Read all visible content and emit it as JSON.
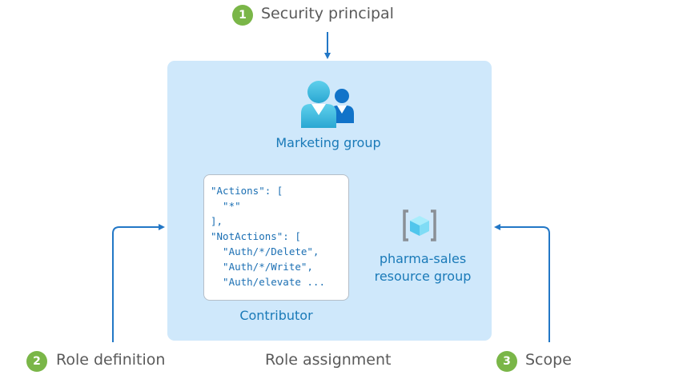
{
  "diagram": {
    "title": "Role assignment",
    "security_principal": {
      "step": "1",
      "label": "Security principal",
      "name": "Marketing group",
      "icon": "user-group-icon"
    },
    "role_definition": {
      "step": "2",
      "label": "Role definition",
      "name": "Contributor",
      "code_lines": [
        "\"Actions\": [",
        "  \"*\"",
        "],",
        "\"NotActions\": [",
        "  \"Auth/*/Delete\",",
        "  \"Auth/*/Write\",",
        "  \"Auth/elevate ..."
      ]
    },
    "scope": {
      "step": "3",
      "label": "Scope",
      "name_line1": "pharma-sales",
      "name_line2": "resource group",
      "icon": "resource-group-icon"
    },
    "colors": {
      "accent": "#1a7ab8",
      "arrow": "#2277c6",
      "badge": "#7ab648",
      "panel": "#cfe8fb"
    }
  }
}
